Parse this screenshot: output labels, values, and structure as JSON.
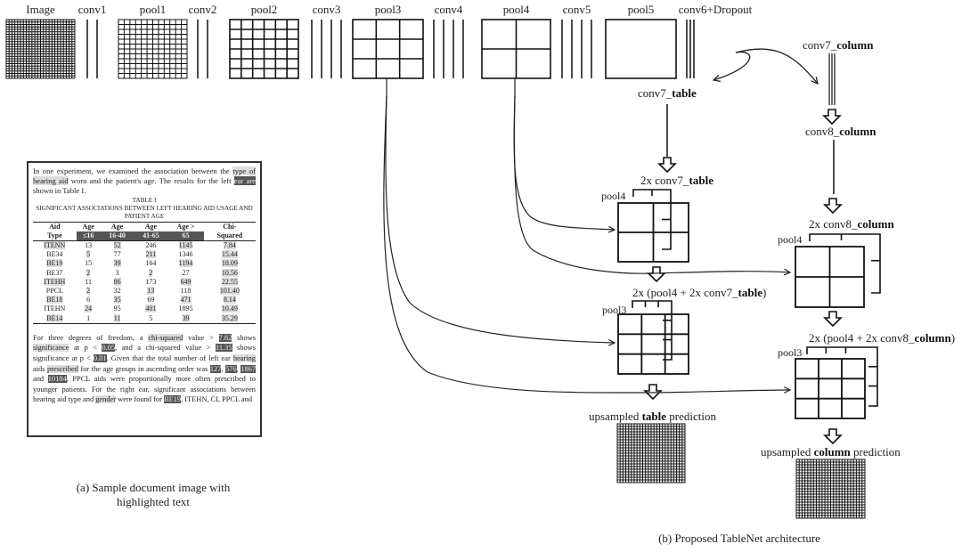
{
  "backbone": {
    "layers": [
      {
        "id": "image",
        "label": "Image",
        "kind": "grid",
        "grid": 24
      },
      {
        "id": "conv1",
        "label": "conv1",
        "kind": "lines",
        "count": 2
      },
      {
        "id": "pool1",
        "label": "pool1",
        "kind": "grid",
        "grid": 12
      },
      {
        "id": "conv2",
        "label": "conv2",
        "kind": "lines",
        "count": 2
      },
      {
        "id": "pool2",
        "label": "pool2",
        "kind": "grid",
        "grid": 6
      },
      {
        "id": "conv3",
        "label": "conv3",
        "kind": "lines",
        "count": 4
      },
      {
        "id": "pool3",
        "label": "pool3",
        "kind": "grid",
        "grid": 3
      },
      {
        "id": "conv4",
        "label": "conv4",
        "kind": "lines",
        "count": 4
      },
      {
        "id": "pool4",
        "label": "pool4",
        "kind": "grid",
        "grid": 2
      },
      {
        "id": "conv5",
        "label": "conv5",
        "kind": "lines",
        "count": 4
      },
      {
        "id": "pool5",
        "label": "pool5",
        "kind": "grid",
        "grid": 1
      },
      {
        "id": "conv6",
        "label": "conv6+Dropout",
        "kind": "lines",
        "count": 3
      }
    ]
  },
  "table_branch": {
    "conv7": {
      "prefix": "conv7_",
      "bold": "table"
    },
    "block1": {
      "title_prefix": "2x conv7_",
      "title_bold": "table",
      "title_suffix": "",
      "skip_label": "pool4"
    },
    "block2": {
      "title_prefix": "2x (pool4 + 2x conv7_",
      "title_bold": "table",
      "title_suffix": ")",
      "skip_label": "pool3"
    },
    "output": {
      "prefix": "upsampled ",
      "bold": "table",
      "suffix": " prediction"
    }
  },
  "column_branch": {
    "conv7": {
      "prefix": "conv7_",
      "bold": "column"
    },
    "conv8": {
      "prefix": "conv8_",
      "bold": "column"
    },
    "block1": {
      "title_prefix": "2x conv8_",
      "title_bold": "column",
      "title_suffix": "",
      "skip_label": "pool4"
    },
    "block2": {
      "title_prefix": "2x (pool4 + 2x conv8_",
      "title_bold": "column",
      "title_suffix": ")",
      "skip_label": "pool3"
    },
    "output": {
      "prefix": "upsampled ",
      "bold": "column",
      "suffix": " prediction"
    }
  },
  "sample_doc": {
    "intro": [
      {
        "t": "In one experiment, we examined the association between the "
      },
      {
        "t": "type of hearing aid",
        "h": "hl"
      },
      {
        "t": " worn and the patient's age. The results for the left "
      },
      {
        "t": "ear are",
        "h": "hd"
      },
      {
        "t": " shown in Table I."
      }
    ],
    "table_title": "TABLE I",
    "table_caption": "SIGNIFICANT ASSOCIATIONS BETWEEN LEFT HEARING AID USAGE AND PATIENT AGE",
    "headers": [
      [
        "Aid",
        "Type"
      ],
      [
        "Age",
        "≤16"
      ],
      [
        "Age",
        "16-40"
      ],
      [
        "Age",
        "41-65"
      ],
      [
        "Age >",
        "65"
      ],
      [
        "Chi-",
        "Squared"
      ]
    ],
    "rows": [
      [
        "ITENN",
        "13",
        "52",
        "246",
        "1145",
        "7.84"
      ],
      [
        "BE34",
        "5",
        "77",
        "211",
        "1346",
        "15.44"
      ],
      [
        "BE19",
        "15",
        "39",
        "164",
        "1194",
        "18.09"
      ],
      [
        "BE37",
        "2",
        "3",
        "2",
        "27",
        "10.56"
      ],
      [
        "ITEHH",
        "11",
        "86",
        "173",
        "649",
        "22.55"
      ],
      [
        "PPCL",
        "2",
        "32",
        "13",
        "118",
        "101.40"
      ],
      [
        "BE18",
        "6",
        "35",
        "69",
        "471",
        "8.14"
      ],
      [
        "ITEHN",
        "24",
        "95",
        "401",
        "1895",
        "10.49"
      ],
      [
        "BE14",
        "1",
        "11",
        "5",
        "39",
        "35.29"
      ]
    ],
    "closing": [
      {
        "t": "For three degrees of freedom, a "
      },
      {
        "t": "chi-squared",
        "h": "hl"
      },
      {
        "t": " value > "
      },
      {
        "t": "7.82",
        "h": "hd"
      },
      {
        "t": " shows "
      },
      {
        "t": "significance",
        "h": "hl"
      },
      {
        "t": " at p < "
      },
      {
        "t": "0.05",
        "h": "hd"
      },
      {
        "t": ", and a chi-squared value > "
      },
      {
        "t": "11.35",
        "h": "hd"
      },
      {
        "t": " shows significance at p < "
      },
      {
        "t": "0.01",
        "h": "hd"
      },
      {
        "t": ". Given that the total number of left ear "
      },
      {
        "t": "hearing",
        "h": "hl"
      },
      {
        "t": " aids "
      },
      {
        "t": "prescribed",
        "h": "hl"
      },
      {
        "t": " for the age groups in ascending order was "
      },
      {
        "t": "127",
        "h": "hd"
      },
      {
        "t": ", "
      },
      {
        "t": "576",
        "h": "hd"
      },
      {
        "t": ", "
      },
      {
        "t": "1867",
        "h": "hd"
      },
      {
        "t": " and "
      },
      {
        "t": "10184",
        "h": "hd"
      },
      {
        "t": ", PPCL aids were proportionally more often prescribed to younger patients. For the right ear, significant associations between hearing aid type and "
      },
      {
        "t": "gender",
        "h": "hl"
      },
      {
        "t": " were found for "
      },
      {
        "t": "BE19",
        "h": "hd"
      },
      {
        "t": ", ITEHN, CI, PPCL and"
      }
    ]
  },
  "captions": {
    "a_line1": "(a)  Sample document image with",
    "a_line2": "highlighted text",
    "b": "(b) Proposed TableNet architecture"
  }
}
